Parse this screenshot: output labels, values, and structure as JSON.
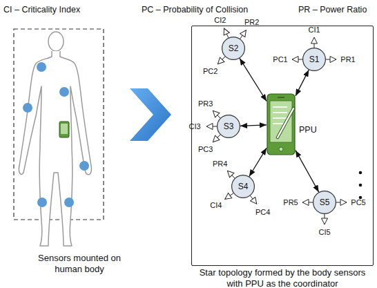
{
  "diagram": {
    "nodes": [
      {
        "text": [
          "Star topology formed by the body sensors with PPU as the coordinator"
        ]
      },
      {
        "text": [
          "S1"
        ],
        "in": 0
      },
      {
        "text": [
          "S2"
        ],
        "in": 0
      },
      {
        "text": [
          "S3"
        ],
        "in": 0
      },
      {
        "text": [
          "S4"
        ],
        "in": 0
      },
      {
        "text": [
          "S5"
        ],
        "in": 0
      },
      {
        "text": [
          "PPU"
        ],
        "in": 0
      }
    ],
    "edges": [
      {
        "from": 6,
        "to": 1,
        "arrow": "both"
      },
      {
        "from": 6,
        "to": 2,
        "arrow": "both"
      },
      {
        "from": 6,
        "to": 3,
        "arrow": "both"
      },
      {
        "from": 6,
        "to": 4,
        "arrow": "both"
      },
      {
        "from": 6,
        "to": 5,
        "arrow": "both"
      }
    ],
    "labels": [
      "CI – Criticality Index",
      "PC – Probability of Collision",
      "PR – Power Ratio",
      "CI1",
      "PC1",
      "PR1",
      "CI2",
      "PR2",
      "PC2",
      "CI3",
      "PR3",
      "PC3",
      "PR4",
      "CI4",
      "PC4",
      "PR5",
      "PC5",
      "CI5",
      "Sensors mounted on human body"
    ]
  }
}
